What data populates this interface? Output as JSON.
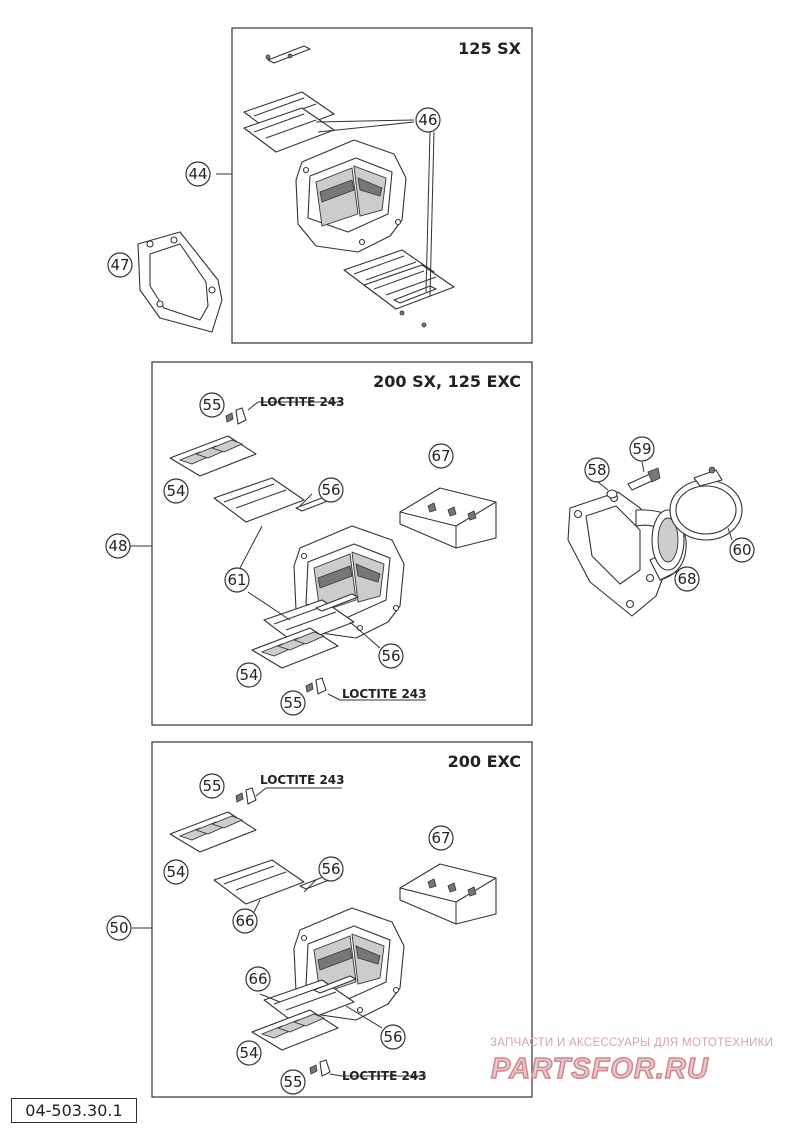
{
  "panels": {
    "p125sx": {
      "title": "125 SX"
    },
    "p200sx": {
      "title": "200 SX, 125 EXC"
    },
    "p200exc": {
      "title": "200 EXC"
    }
  },
  "callouts": {
    "c44": "44",
    "c46": "46",
    "c47": "47",
    "c48": "48",
    "c50": "50",
    "c54a": "54",
    "c54b": "54",
    "c54c": "54",
    "c54d": "54",
    "c55a": "55",
    "c55b": "55",
    "c55c": "55",
    "c55d": "55",
    "c56a": "56",
    "c56b": "56",
    "c56c": "56",
    "c56d": "56",
    "c58": "58",
    "c59": "59",
    "c60": "60",
    "c61": "61",
    "c66a": "66",
    "c66b": "66",
    "c67a": "67",
    "c67b": "67",
    "c68": "68"
  },
  "notes": {
    "loctite": "LOCTITE 243"
  },
  "watermark": {
    "line1": "ЗАПЧАСТИ И АКСЕССУАРЫ ДЛЯ МОТОТЕХНИКИ",
    "line2": "PARTSFOR.RU"
  },
  "diagram_code": "04-503.30.1"
}
